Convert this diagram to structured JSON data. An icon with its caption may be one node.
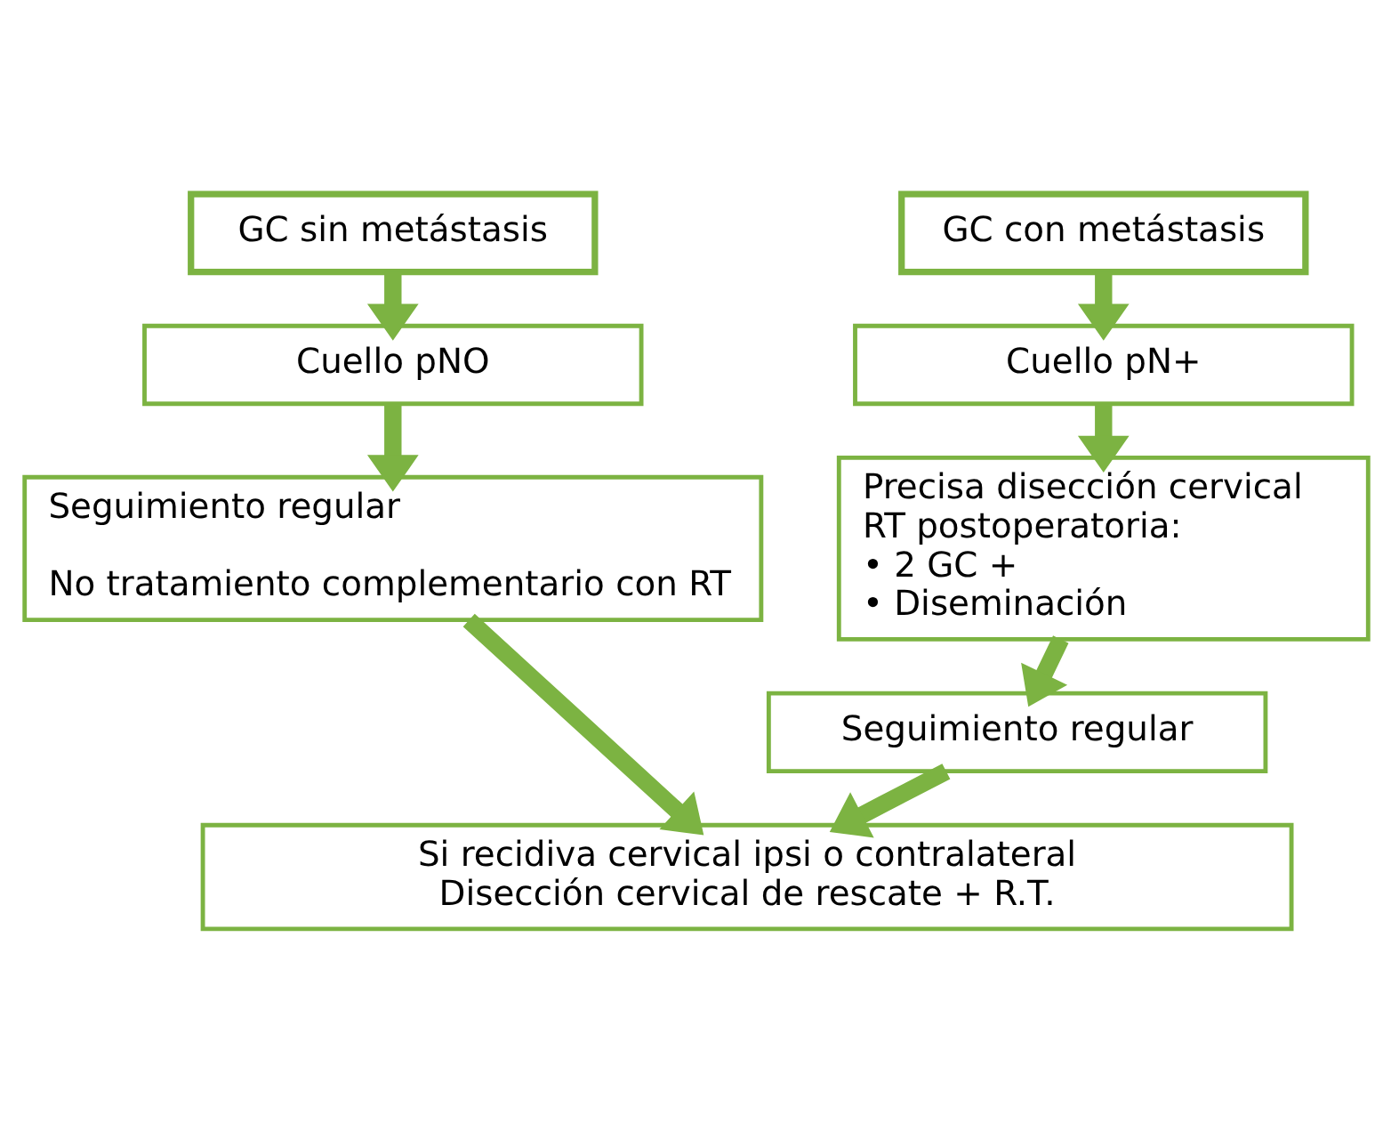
{
  "diagram": {
    "nodes": [
      {
        "text": [
          "GC sin metástasis"
        ]
      },
      {
        "text": [
          "GC con metástasis"
        ]
      },
      {
        "text": [
          "Cuello pNO"
        ]
      },
      {
        "text": [
          "Cuello pN+"
        ]
      },
      {
        "text": [
          "Seguimiento regular",
          "No tratamiento complementario con RT"
        ]
      },
      {
        "text": [
          "Precisa disección cervical",
          "RT postoperatoria:",
          "• 2 GC +",
          "• Diseminación"
        ]
      },
      {
        "text": [
          "Seguimiento regular"
        ]
      },
      {
        "text": [
          "Si recidiva cervical ipsi o contralateral",
          "Disección cervical de rescate + R.T."
        ]
      }
    ],
    "edges": [
      {
        "from": 0,
        "to": 2,
        "arrow": "to"
      },
      {
        "from": 2,
        "to": 4,
        "arrow": "to"
      },
      {
        "from": 4,
        "to": 7,
        "arrow": "to"
      },
      {
        "from": 1,
        "to": 3,
        "arrow": "to"
      },
      {
        "from": 3,
        "to": 5,
        "arrow": "to"
      },
      {
        "from": 5,
        "to": 6,
        "arrow": "to"
      },
      {
        "from": 6,
        "to": 7,
        "arrow": "to"
      }
    ]
  }
}
